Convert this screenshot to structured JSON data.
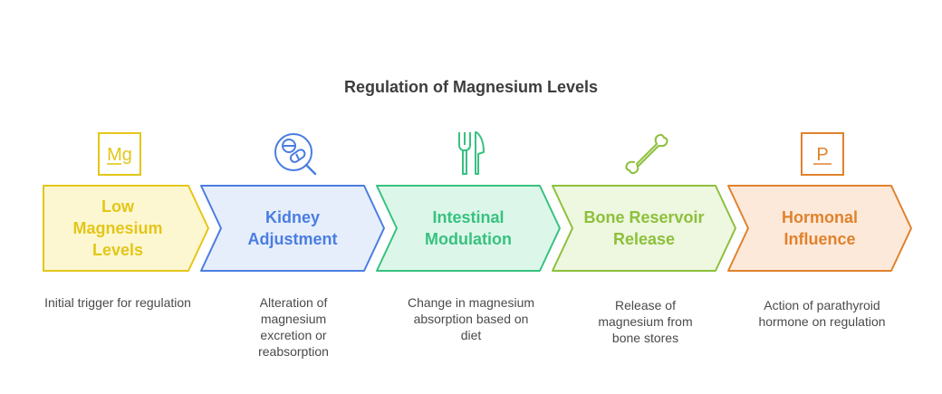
{
  "title": "Regulation of Magnesium Levels",
  "steps": [
    {
      "label": "Low Magnesium Levels",
      "description": "Initial trigger for regulation",
      "icon": "magnesium-symbol-icon",
      "icon_text": "Mg",
      "color": "#e3c619",
      "fill": "#fdf7d1",
      "text_color": "#e3c619"
    },
    {
      "label": "Kidney Adjustment",
      "description": "Alteration of magnesium excretion or reabsorption",
      "icon": "pills-search-icon",
      "color": "#4a7de0",
      "fill": "#e6eefc",
      "text_color": "#4a7de0"
    },
    {
      "label": "Intestinal Modulation",
      "description": "Change in magnesium absorption based on diet",
      "icon": "fork-knife-icon",
      "color": "#38c17f",
      "fill": "#dcf7ea",
      "text_color": "#38c17f"
    },
    {
      "label": "Bone Reservoir Release",
      "description": "Release of magnesium from bone stores",
      "icon": "bone-icon",
      "color": "#8dc03c",
      "fill": "#eef7df",
      "text_color": "#8dc03c"
    },
    {
      "label": "Hormonal Influence",
      "description": "Action of parathyroid hormone on regulation",
      "icon": "parathyroid-symbol-icon",
      "icon_text": "P",
      "color": "#e0822d",
      "fill": "#fde9da",
      "text_color": "#e0822d"
    }
  ]
}
